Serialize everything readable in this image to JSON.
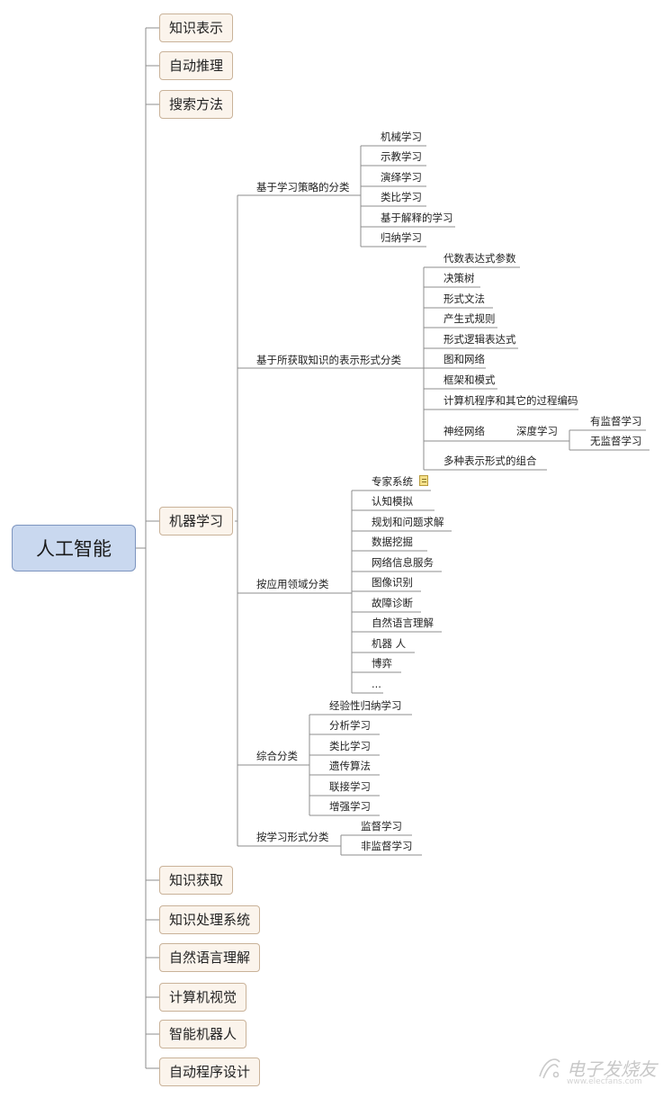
{
  "root": "人工智能",
  "branches": {
    "b1": "知识表示",
    "b2": "自动推理",
    "b3": "搜索方法",
    "b4": "机器学习",
    "b5": "知识获取",
    "b6": "知识处理系统",
    "b7": "自然语言理解",
    "b8": "计算机视觉",
    "b9": "智能机器人",
    "b10": "自动程序设计"
  },
  "ml": {
    "strategy": {
      "label": "基于学习策略的分类",
      "items": [
        "机械学习",
        "示教学习",
        "演绎学习",
        "类比学习",
        "基于解释的学习",
        "归纳学习"
      ]
    },
    "representation": {
      "label": "基于所获取知识的表示形式分类",
      "items": [
        "代数表达式参数",
        "决策树",
        "形式文法",
        "产生式规则",
        "形式逻辑表达式",
        "图和网络",
        "框架和模式",
        "计算机程序和其它的过程编码",
        "神经网络",
        "多种表示形式的组合"
      ],
      "deep": "深度学习",
      "deep_items": [
        "有监督学习",
        "无监督学习"
      ]
    },
    "application": {
      "label": "按应用领域分类",
      "items": [
        "专家系统",
        "认知模拟",
        "规划和问题求解",
        "数据挖掘",
        "网络信息服务",
        "图像识别",
        "故障诊断",
        "自然语言理解",
        "机器 人",
        "博弈",
        "..."
      ]
    },
    "composite": {
      "label": "综合分类",
      "items": [
        "经验性归纳学习",
        "分析学习",
        "类比学习",
        "遗传算法",
        "联接学习",
        "增强学习"
      ]
    },
    "form": {
      "label": "按学习形式分类",
      "items": [
        "监督学习",
        "非监督学习"
      ]
    }
  },
  "watermark": {
    "text": "电子发烧友",
    "url": "www.elecfans.com"
  }
}
